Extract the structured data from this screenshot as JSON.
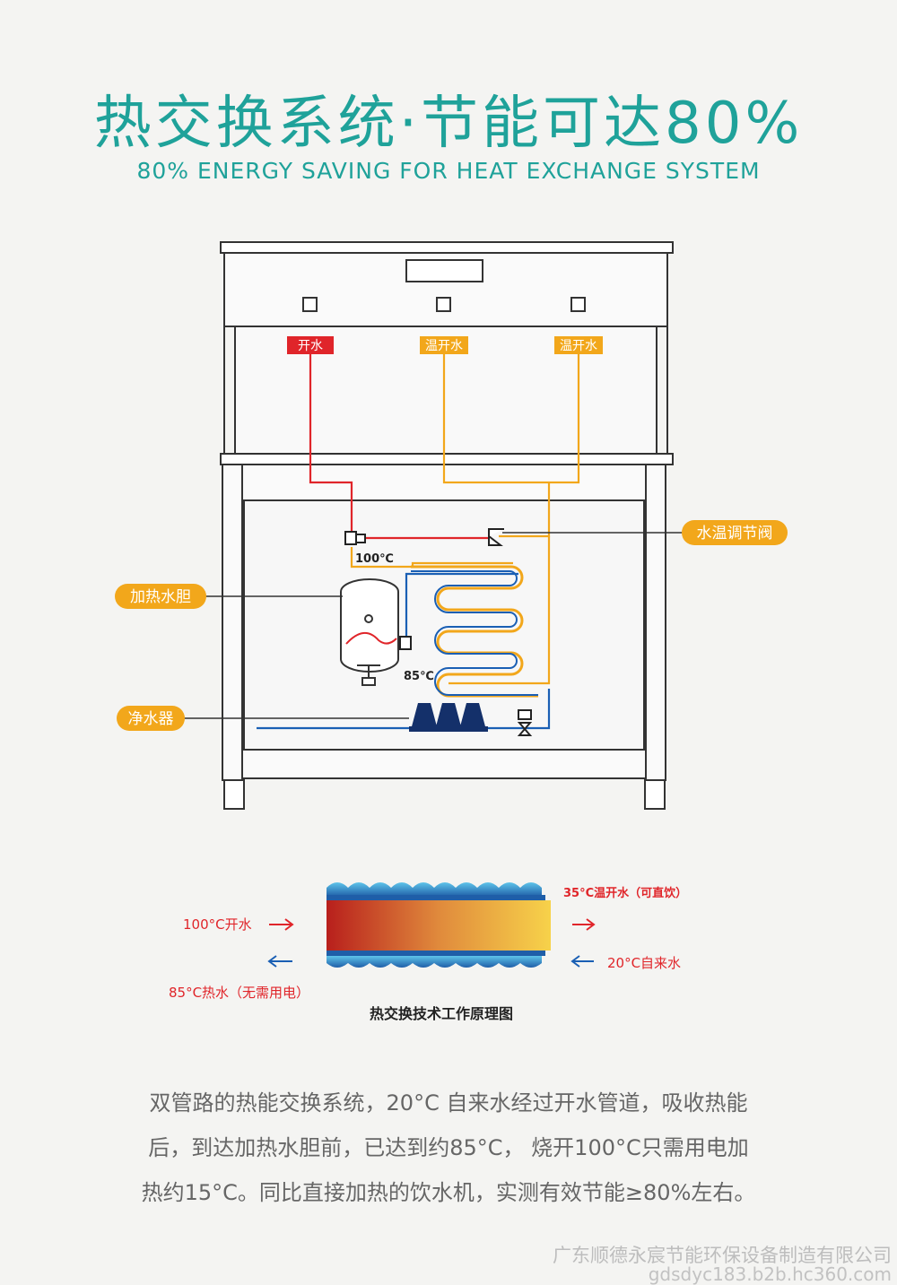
{
  "header": {
    "title": "热交换系统·节能可达80%",
    "subtitle": "80% ENERGY SAVING FOR HEAT EXCHANGE SYSTEM"
  },
  "machine": {
    "tap_labels": [
      "开水",
      "温开水",
      "温开水"
    ],
    "callouts": {
      "valve": "水温调节阀",
      "tank": "加热水胆",
      "purifier": "净水器"
    },
    "temps": {
      "top": "100℃",
      "tank": "85℃"
    }
  },
  "exchange_diagram": {
    "in_hot": "100°C开水",
    "out_hot": "85°C热水（无需用电）",
    "out_warm": "35°C温开水（可直饮）",
    "in_tap": "20°C自来水",
    "caption": "热交换技术工作原理图"
  },
  "description": [
    "双管路的热能交换系统，20°C 自来水经过开水管道，吸收热能",
    "后，到达加热水胆前，已达到约85°C， 烧开100°C只需用电加",
    "热约15°C。同比直接加热的饮水机，实测有效节能≥80%左右。"
  ],
  "footer": {
    "company": "广东顺德永宸节能环保设备制造有限公司",
    "url": "gdsdyc183.b2b.hc360.com"
  },
  "colors": {
    "teal": "#1fa29a",
    "orange": "#f2a71b",
    "red": "#e0252a",
    "blue": "#1a5fb4"
  }
}
